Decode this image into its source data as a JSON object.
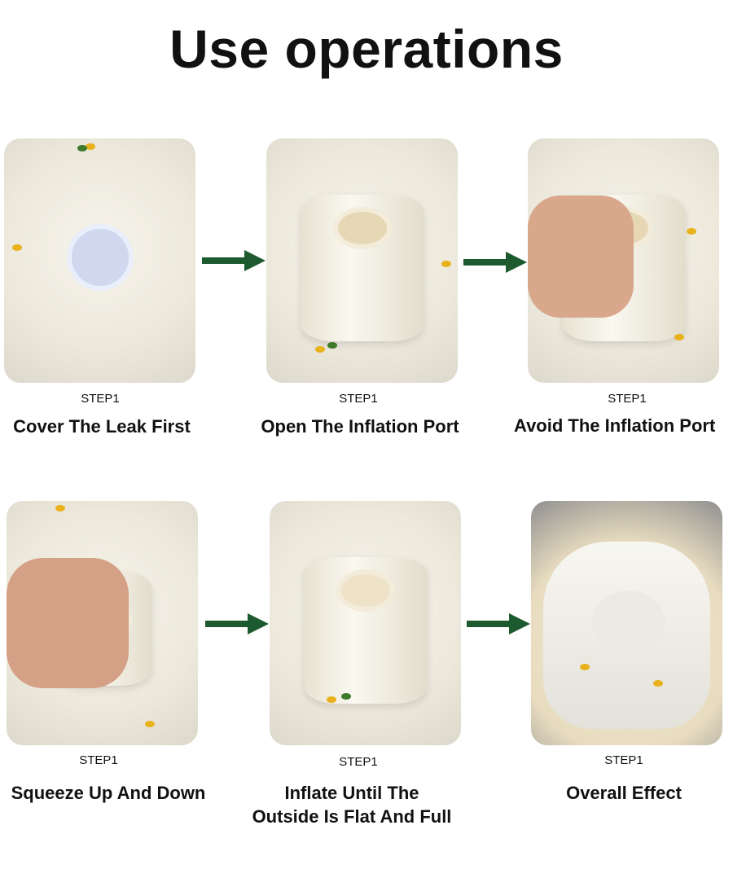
{
  "title": "Use operations",
  "arrow_color": "#1e5a30",
  "steps": [
    {
      "step": "STEP1",
      "caption": "Cover The Leak First"
    },
    {
      "step": "STEP1",
      "caption": "Open The Inflation Port"
    },
    {
      "step": "STEP1",
      "caption": "Avoid The Inflation Port"
    },
    {
      "step": "STEP1",
      "caption": "Squeeze Up And Down"
    },
    {
      "step": "STEP1",
      "caption_line1": "Inflate Until The",
      "caption_line2": "Outside Is Flat And Full"
    },
    {
      "step": "STEP1",
      "caption": "Overall Effect"
    }
  ]
}
